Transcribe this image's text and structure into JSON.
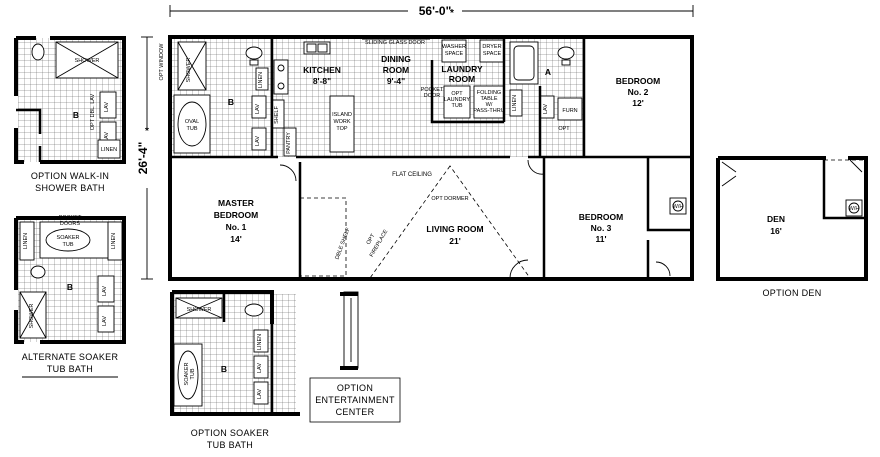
{
  "dimensions": {
    "width": "56'-0\"",
    "depth": "26'-4\""
  },
  "rooms": {
    "kitchen": {
      "name": "KITCHEN",
      "size": "8'-8\""
    },
    "dining": {
      "name": "DINING",
      "name2": "ROOM",
      "size": "9'-4\""
    },
    "laundry": {
      "name": "LAUNDRY",
      "name2": "ROOM"
    },
    "bedroom2": {
      "name": "BEDROOM",
      "no": "No. 2",
      "size": "12'"
    },
    "master": {
      "name": "MASTER",
      "name2": "BEDROOM",
      "no": "No. 1",
      "size": "14'"
    },
    "living": {
      "name": "LIVING ROOM",
      "size": "21'"
    },
    "bedroom3": {
      "name": "BEDROOM",
      "no": "No. 3",
      "size": "11'"
    },
    "den": {
      "name": "DEN",
      "size": "16'"
    },
    "bath_b": "B",
    "bath_a": "A"
  },
  "labels": {
    "sliding_glass_door": "SLIDING GLASS DOOR",
    "washer_space": [
      "WASHER",
      "SPACE"
    ],
    "dryer_space": [
      "DRYER",
      "SPACE"
    ],
    "opt_window": "OPT WINDOW",
    "shower": "SHOWER",
    "oval_tub": [
      "OVAL",
      "TUB"
    ],
    "linen": "LINEN",
    "lav": "LAV",
    "shelf": "SHELF",
    "pantry": "PANTRY",
    "island": [
      "ISLAND",
      "WORK",
      "TOP"
    ],
    "pocket_door": [
      "POCKET",
      "DOOR"
    ],
    "opt_laundry_tub": [
      "OPT",
      "LAUNDRY",
      "TUB"
    ],
    "folding_table": [
      "FOLDING",
      "TABLE",
      "W/",
      "PASS-THRU"
    ],
    "furn": "FURN",
    "opt": "OPT",
    "flat_ceiling": "FLAT CEILING",
    "opt_dormer": "OPT DORMER",
    "dbl_shelf": "DBLE SHELF",
    "opt_fireplace": [
      "OPT",
      "FIREPLACE"
    ],
    "wh": "W/H",
    "soaker_tub": [
      "SOAKER",
      "TUB"
    ],
    "pocket_doors": [
      "POCKET",
      "DOORS"
    ],
    "opt_dbl_lav": "OPT DBL. LAV"
  },
  "captions": {
    "walk_in": [
      "OPTION WALK-IN",
      "SHOWER BATH"
    ],
    "alt_soaker": [
      "ALTERNATE SOAKER",
      "TUB BATH"
    ],
    "opt_soaker": [
      "OPTION SOAKER",
      "TUB BATH"
    ],
    "entertainment": [
      "OPTION",
      "ENTERTAINMENT",
      "CENTER"
    ],
    "den": "OPTION DEN"
  }
}
